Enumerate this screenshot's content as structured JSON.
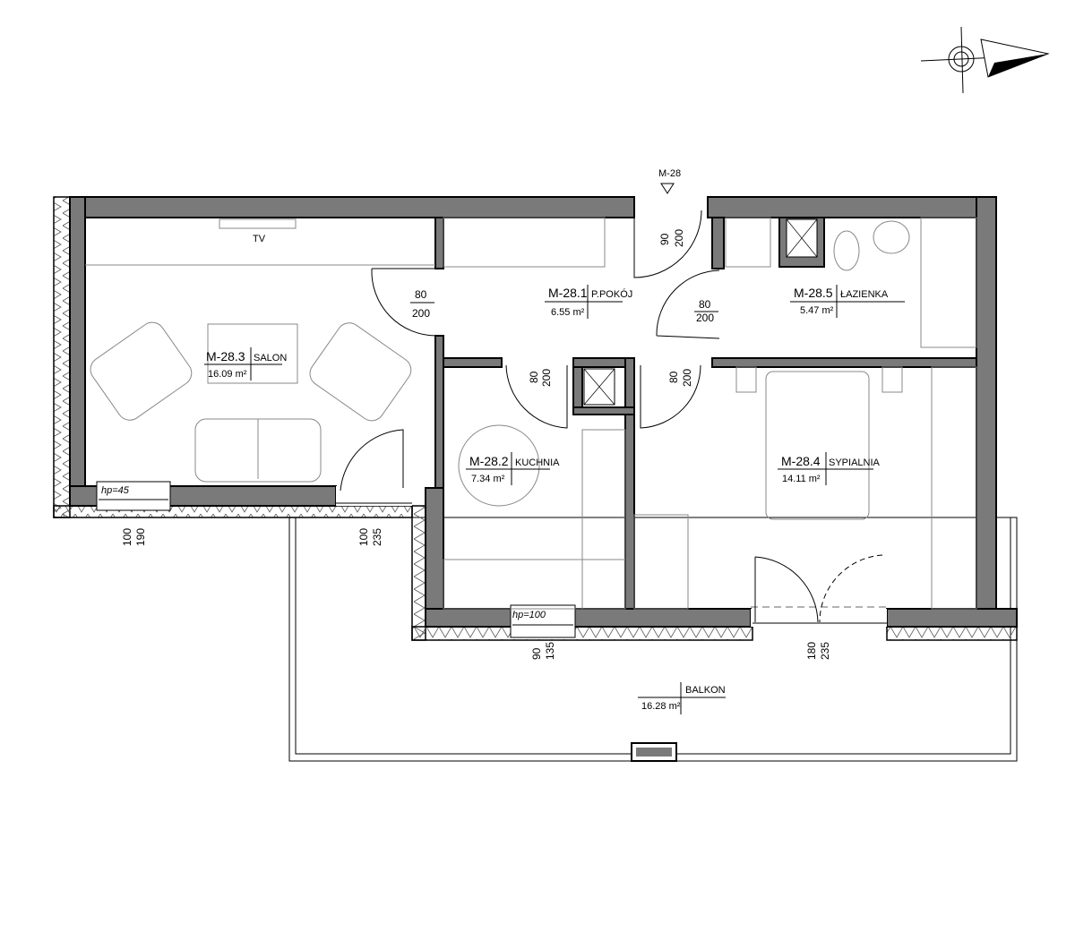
{
  "plan": {
    "entrance": "M-28",
    "tv_label": "TV",
    "rooms": [
      {
        "id": "M-28.1",
        "name": "P.POKÓJ",
        "area": "6.55 m²"
      },
      {
        "id": "M-28.2",
        "name": "KUCHNIA",
        "area": "7.34 m²"
      },
      {
        "id": "M-28.3",
        "name": "SALON",
        "area": "16.09 m²"
      },
      {
        "id": "M-28.4",
        "name": "SYPIALNIA",
        "area": "14.11 m²"
      },
      {
        "id": "M-28.5",
        "name": "ŁAZIENKA",
        "area": "5.47 m²"
      },
      {
        "id": "",
        "name": "BALKON",
        "area": "16.28 m²"
      }
    ],
    "doors": [
      {
        "w": "80",
        "h": "200"
      },
      {
        "w": "80",
        "h": "200"
      },
      {
        "w": "80",
        "h": "200"
      },
      {
        "w": "80",
        "h": "200"
      },
      {
        "w": "90",
        "h": "200"
      }
    ],
    "windows": [
      {
        "w": "100",
        "h": "190",
        "hp": "hp=45"
      },
      {
        "w": "100",
        "h": "235"
      },
      {
        "w": "90",
        "h": "135",
        "hp": "hp=100"
      },
      {
        "w": "180",
        "h": "235"
      }
    ]
  },
  "colors": {
    "wall": "#7a7a7a"
  }
}
